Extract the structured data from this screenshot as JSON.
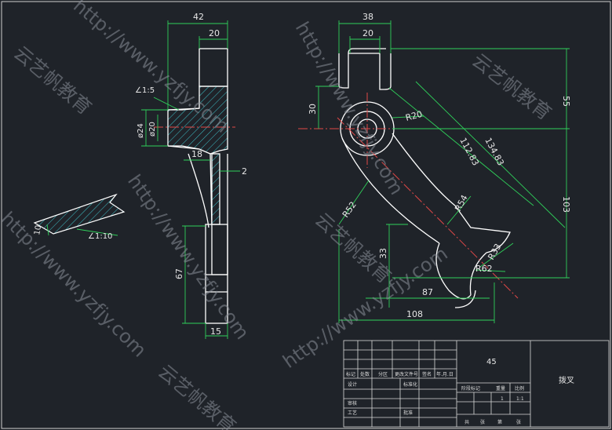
{
  "dimensions": {
    "side_top_width": "42",
    "side_flange_width": "20",
    "taper_top": "∠1:5",
    "bore_outer": "ø24",
    "bore_inner": "ø20",
    "rib_gap": "18",
    "rib_thickness": "2",
    "lower_height": "67",
    "bottom_width": "15",
    "detail_height": "10",
    "detail_taper": "∠1:10",
    "front_top_width": "38",
    "front_slot_width": "20",
    "center_height": "30",
    "top_height": "55",
    "radius_top": "R20",
    "arm_length_inner": "112.83",
    "arm_length_outer": "134.83",
    "radius_arm": "R52",
    "radius_mid": "R54",
    "offset_33": "33",
    "right_height": "103",
    "radius_fork": "R33",
    "radius_fork_inner": "R62",
    "span_87": "87",
    "span_108": "108"
  },
  "watermarks": {
    "url": "http://www.yzfjy.com",
    "brand": "云艺帆教育"
  },
  "title_block": {
    "material": "45",
    "part_name": "拨叉",
    "scale": "1:1",
    "count": "1",
    "row_labels": [
      "标记",
      "处数",
      "分区",
      "更改文件号",
      "签名",
      "年.月.日"
    ],
    "design": "设计",
    "standardize": "标准化",
    "stage_mark": "阶段标记",
    "weight": "重量",
    "ratio": "比例",
    "review": "审核",
    "process": "工艺",
    "approve": "批准",
    "sheet_total": "共",
    "sheet_label": "张",
    "sheet_no": "第",
    "sheet_label2": "张"
  },
  "colors": {
    "outline": "#ffffff",
    "dimension": "#2fd05a",
    "hatch": "#3fc1c9",
    "centerline": "#e04848",
    "background": "#1f2329"
  }
}
